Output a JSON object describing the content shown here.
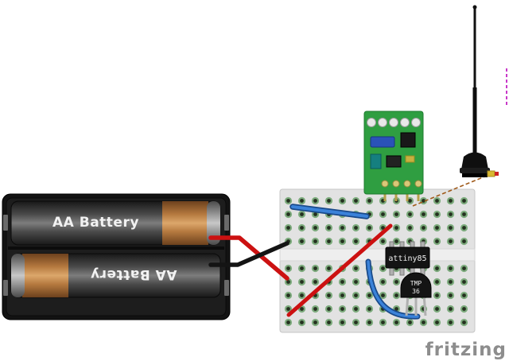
{
  "labels": {
    "battery_top": "AA Battery",
    "battery_bottom": "AA Battery",
    "chip": "attiny85",
    "sensor_line1": "TMP",
    "sensor_line2": "36",
    "watermark": "fritzing"
  },
  "colors": {
    "wire_red": "#cc1111",
    "wire_black": "#141414",
    "wire_blue": "#3b82d9",
    "wire_blue_outline": "#1a4a8a",
    "pcb_green": "#2f9e41",
    "breadboard": "#e2e2e2",
    "battery_copper": "#c08a50",
    "dashed_connection": "#a05a1a",
    "dashed_note": "#c838c8",
    "watermark_gray": "#8d8d8d"
  }
}
